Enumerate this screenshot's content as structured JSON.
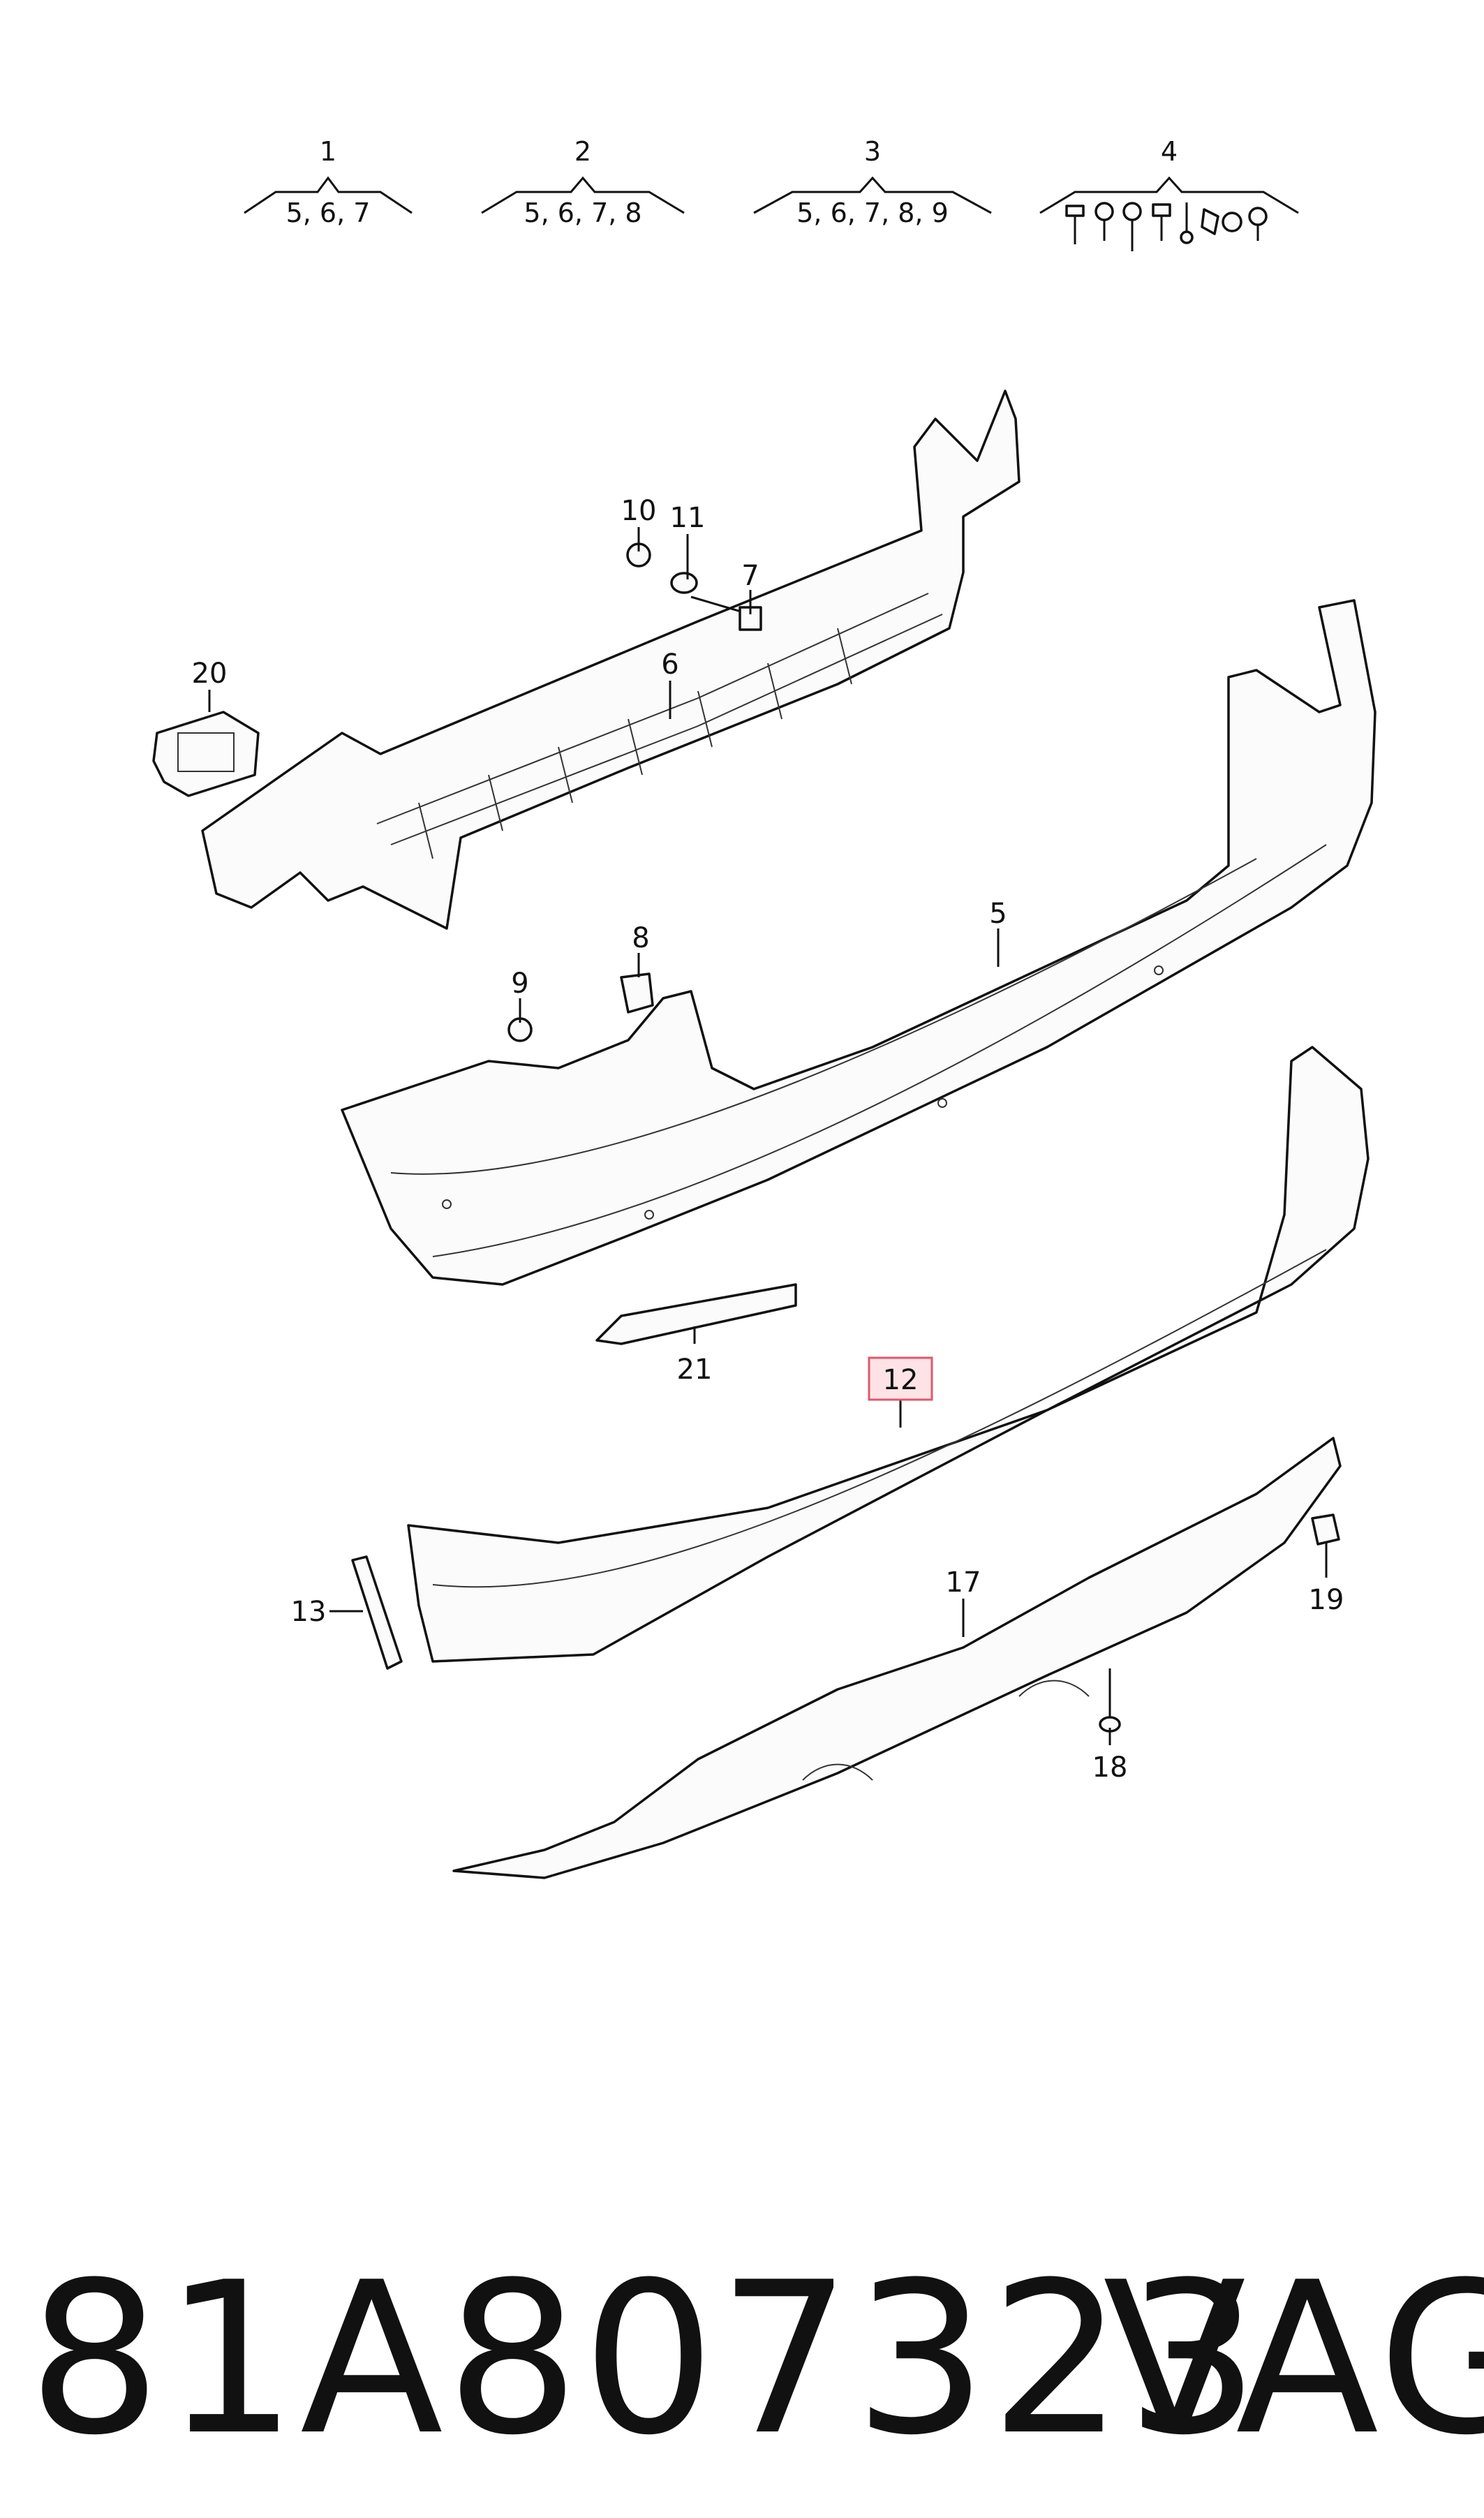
{
  "groups": [
    {
      "number": "1",
      "members": "5, 6, 7"
    },
    {
      "number": "2",
      "members": "5, 6, 7, 8"
    },
    {
      "number": "3",
      "members": "5, 6, 7, 8, 9"
    },
    {
      "number": "4",
      "members": ""
    }
  ],
  "callouts": {
    "c5": "5",
    "c6": "6",
    "c7": "7",
    "c8": "8",
    "c9": "9",
    "c10": "10",
    "c11": "11",
    "c12": "12",
    "c13": "13",
    "c17": "17",
    "c18": "18",
    "c19": "19",
    "c20": "20",
    "c21": "21"
  },
  "highlight_color": "#e2576a",
  "footer": {
    "part_number": "81A807323",
    "brand": "VAG"
  }
}
